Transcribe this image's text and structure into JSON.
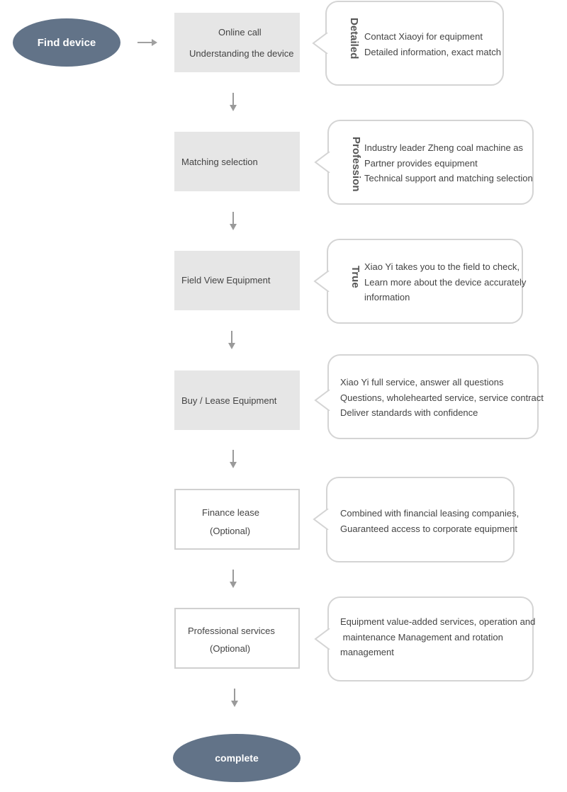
{
  "start": {
    "label": "Find device"
  },
  "end": {
    "label": "complete"
  },
  "steps": [
    {
      "lines": [
        "Online call",
        "Understanding the device"
      ]
    },
    {
      "lines": [
        "Matching selection"
      ]
    },
    {
      "lines": [
        "Field View Equipment"
      ]
    },
    {
      "lines": [
        "Buy / Lease Equipment"
      ]
    },
    {
      "lines": [
        "Finance lease",
        "(Optional)"
      ]
    },
    {
      "lines": [
        "Professional services",
        "(Optional)"
      ]
    }
  ],
  "bubbles": [
    {
      "tag": "Detailed",
      "lines": [
        "Contact Xiaoyi for equipment",
        "Detailed information, exact match"
      ]
    },
    {
      "tag": "Profession",
      "lines": [
        "Industry leader Zheng coal machine as",
        "Partner provides equipment",
        "Technical support and matching selection"
      ]
    },
    {
      "tag": "True",
      "lines": [
        "Xiao Yi takes you to the field to check,",
        "Learn more about the device accurately",
        "information"
      ]
    },
    {
      "tag": "",
      "lines": [
        "Xiao Yi full service, answer all questions",
        "Questions, wholehearted service, service contract",
        "Deliver standards with confidence"
      ]
    },
    {
      "tag": "",
      "lines": [
        "Combined with financial leasing companies,",
        "Guaranteed access to corporate equipment"
      ]
    },
    {
      "tag": "",
      "lines": [
        "Equipment value-added services, operation and",
        " maintenance Management and rotation",
        "management"
      ]
    }
  ],
  "colors": {
    "oval": "#627388",
    "step_fill": "#e6e6e6",
    "border": "#d4d4d4",
    "arrow": "#9a9a9a"
  }
}
